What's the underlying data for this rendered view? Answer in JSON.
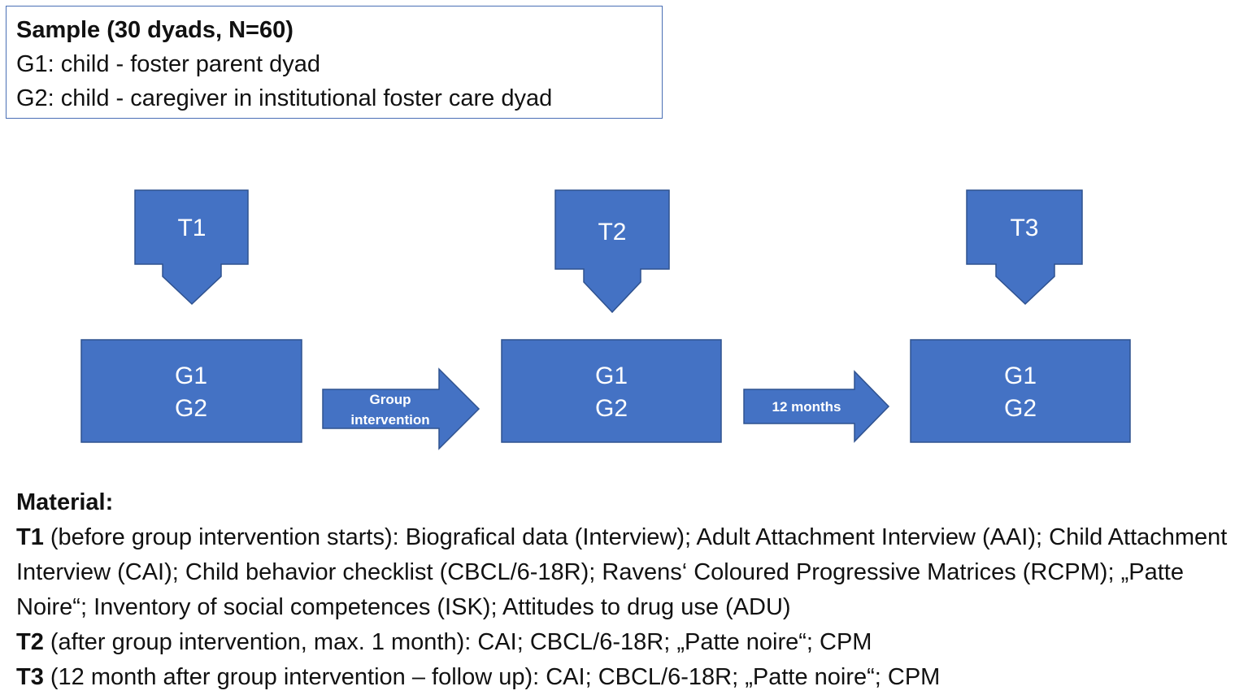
{
  "colors": {
    "shape_fill": "#4472c4",
    "shape_stroke": "#2f528f",
    "box_border": "#4a6fb5"
  },
  "sample": {
    "title": "Sample (30 dyads, N=60)",
    "g1": "G1: child - foster parent dyad",
    "g2": "G2: child  - caregiver in institutional foster care dyad"
  },
  "timepoints": [
    {
      "label": "T1"
    },
    {
      "label": "T2"
    },
    {
      "label": "T3"
    }
  ],
  "groups": [
    {
      "line1": "G1",
      "line2": "G2"
    },
    {
      "line1": "G1",
      "line2": "G2"
    },
    {
      "line1": "G1",
      "line2": "G2"
    }
  ],
  "transitions": [
    {
      "line1": "Group",
      "line2": "intervention"
    },
    {
      "line1": "12 months"
    }
  ],
  "material": {
    "heading": "Material:",
    "t1_label": "T1",
    "t1_text": " (before group intervention starts): Biografical data (Interview); Adult Attachment Interview (AAI); Child Attachment Interview (CAI); Child behavior checklist (CBCL/6-18R); Ravens‘ Coloured Progressive Matrices (RCPM); „Patte Noire“; Inventory of social competences (ISK); Attitudes to drug use (ADU)",
    "t2_label": "T2",
    "t2_text": " (after group intervention, max. 1 month): CAI; CBCL/6-18R; „Patte noire“; CPM",
    "t3_label": "T3",
    "t3_text": " (12 month after group intervention – follow up): CAI; CBCL/6-18R; „Patte noire“; CPM"
  }
}
